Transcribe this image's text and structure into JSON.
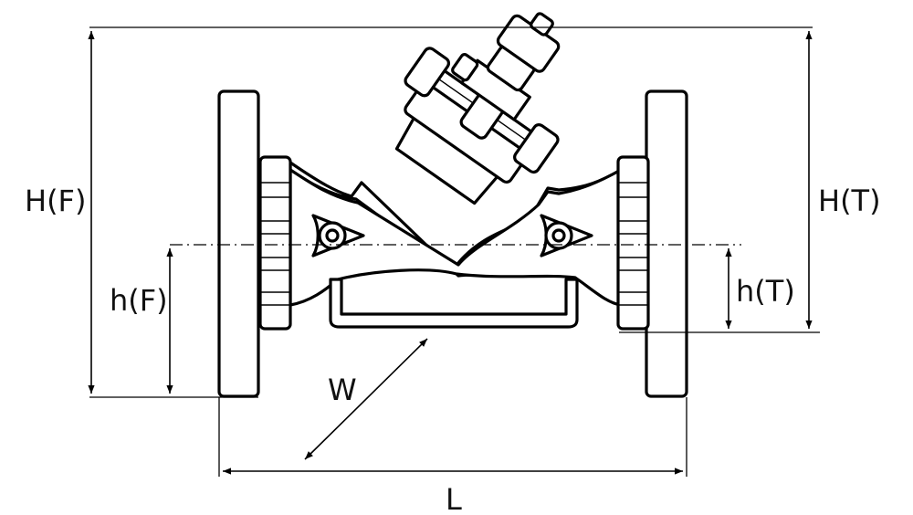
{
  "labels": {
    "height_flange": "H(F)",
    "height_thread": "H(T)",
    "axis_height_flange": "h(F)",
    "axis_height_thread": "h(T)",
    "width": "W",
    "length": "L"
  }
}
